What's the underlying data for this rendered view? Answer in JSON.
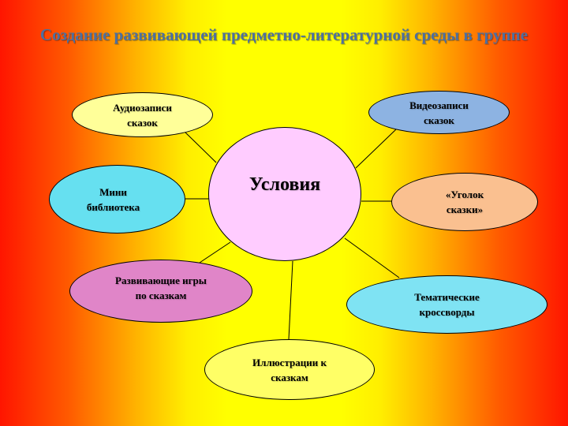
{
  "slide": {
    "title": "Создание развивающей предметно-литературной  среды в группе"
  },
  "diagram": {
    "center": "Условия",
    "nodes": {
      "audio": "Аудиозаписи\nсказок",
      "video": "Видеозаписи\nсказок",
      "mini_library": "Мини\nбиблиотека",
      "fairy_corner": "«Уголок\nсказки»",
      "games": "Развивающие  игры\nпо  сказкам",
      "crosswords": "Тематические\nкроссворды",
      "illustrations": "Иллюстрации  к\nсказкам"
    }
  },
  "colors": {
    "title": "#4d6fa0",
    "center": "#ffccff",
    "audio": "#ffff99",
    "video": "#8db3e2",
    "mini_library": "#66e0f0",
    "fairy_corner": "#fac090",
    "games": "#e085c8",
    "crosswords": "#7fe3f3",
    "illustrations": "#ffff66"
  }
}
